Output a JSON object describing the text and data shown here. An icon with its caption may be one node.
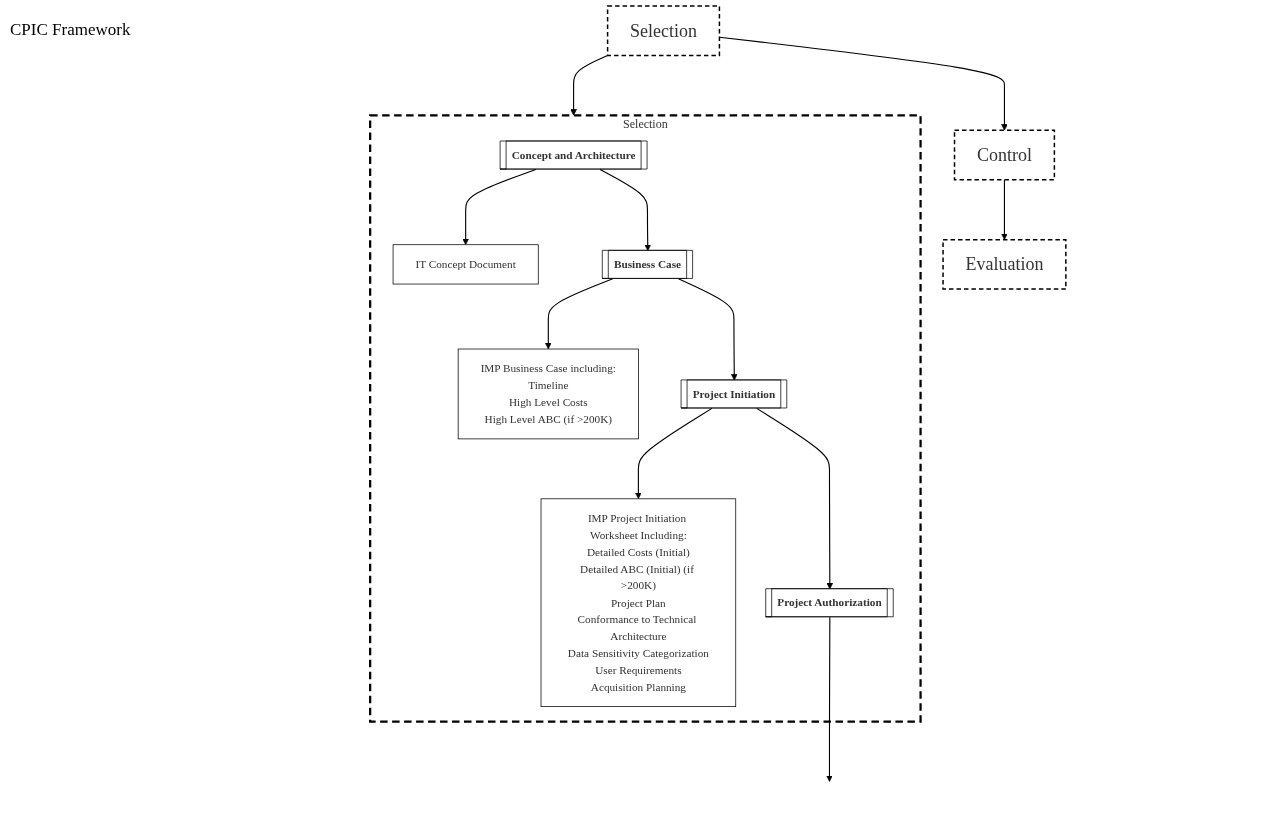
{
  "diagram": {
    "nodes": [
      {
        "text": [
          "Selection"
        ]
      },
      {
        "text": [
          "Control"
        ]
      },
      {
        "text": [
          "Evaluation"
        ]
      },
      {
        "text": [
          "Selection"
        ]
      },
      {
        "text": [
          "Concept and Architecture"
        ],
        "in": 3
      },
      {
        "text": [
          "IT Concept Document"
        ],
        "in": 3
      },
      {
        "text": [
          "Business Case"
        ],
        "in": 3
      },
      {
        "text": [
          "IMP Business Case including:",
          "Timeline",
          "High Level Costs",
          "High Level ABC (if >200K)"
        ],
        "in": 3
      },
      {
        "text": [
          "Project Initiation"
        ],
        "in": 3
      },
      {
        "text": [
          "IMP Project Initiation Worksheet Including:",
          "Detailed Costs (Initial)",
          "Detailed ABC (Initial) (if >200K)",
          "Project Plan",
          "Conformance to Technical Architecture",
          "Data Sensitivity Categorization",
          "User Requirements",
          "Acquisition Planning"
        ],
        "in": 3
      },
      {
        "text": [
          "Project Authorization"
        ],
        "in": 3
      }
    ],
    "edges": [
      {
        "from": 0,
        "to": 1,
        "arrow": "to"
      },
      {
        "from": 1,
        "to": 2,
        "arrow": "to"
      },
      {
        "from": 0,
        "to": 3,
        "arrow": "to"
      },
      {
        "from": 4,
        "to": 5,
        "arrow": "to"
      },
      {
        "from": 4,
        "to": 6,
        "arrow": "to"
      },
      {
        "from": 6,
        "to": 7,
        "arrow": "to"
      },
      {
        "from": 6,
        "to": 8,
        "arrow": "to"
      },
      {
        "from": 8,
        "to": 9,
        "arrow": "to"
      },
      {
        "from": 8,
        "to": 10,
        "arrow": "to"
      },
      {
        "from": 10,
        "to": null,
        "arrow": "to"
      }
    ],
    "labels": [
      "CPIC Framework"
    ]
  }
}
